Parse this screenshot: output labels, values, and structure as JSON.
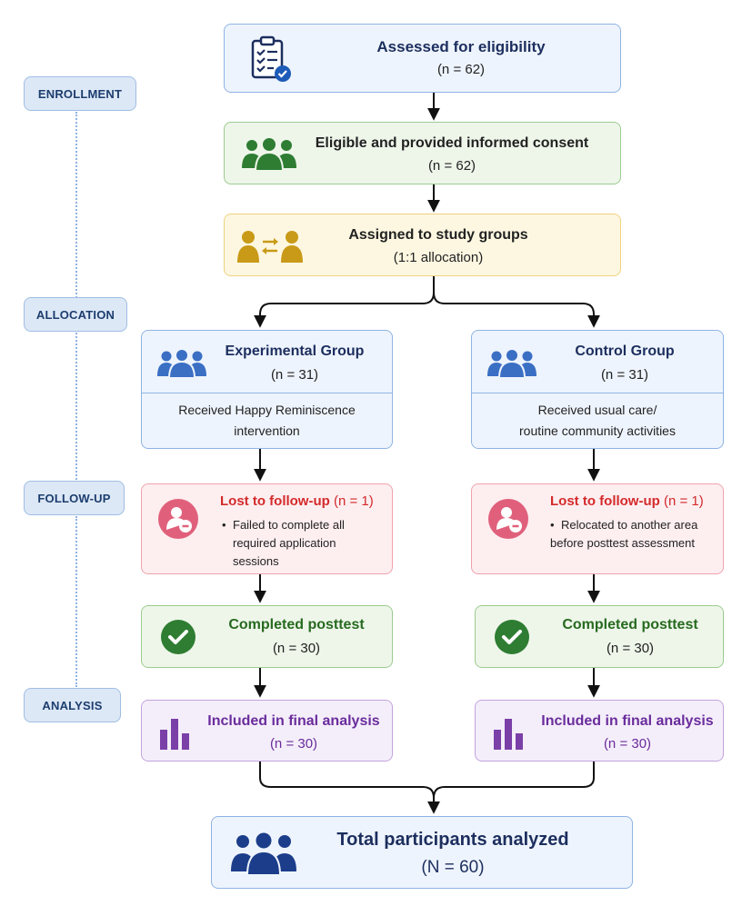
{
  "stages": {
    "enrollment": "ENROLLMENT",
    "allocation": "ALLOCATION",
    "followup": "FOLLOW-UP",
    "analysis": "ANALYSIS"
  },
  "assessed": {
    "title": "Assessed for eligibility",
    "n": "(n = 62)",
    "icon": "clipboard-check-icon"
  },
  "eligible": {
    "title": "Eligible and provided informed consent",
    "n": "(n = 62)",
    "icon": "group-icon"
  },
  "assigned": {
    "title": "Assigned to study groups",
    "n": "(1:1 allocation)",
    "icon": "exchange-people-icon"
  },
  "experimental": {
    "title": "Experimental Group",
    "n": "(n = 31)",
    "desc_line1": "Received Happy Reminiscence",
    "desc_line2": "intervention",
    "lost_title": "Lost to follow-up",
    "lost_n": "(n = 1)",
    "lost_reason_line1": "Failed to complete all",
    "lost_reason_line2": "required application",
    "lost_reason_line3": "sessions",
    "completed_title": "Completed posttest",
    "completed_n": "(n = 30)",
    "analysis_title": "Included in final analysis",
    "analysis_n": "(n = 30)"
  },
  "control": {
    "title": "Control Group",
    "n": "(n = 31)",
    "desc_line1": "Received usual care/",
    "desc_line2": "routine community activities",
    "lost_title": "Lost to follow-up",
    "lost_n": "(n = 1)",
    "lost_reason_line1": "Relocated to another area",
    "lost_reason_line2": "before posttest assessment",
    "completed_title": "Completed posttest",
    "completed_n": "(n = 30)",
    "analysis_title": "Included in final analysis",
    "analysis_n": "(n = 30)"
  },
  "total": {
    "title": "Total participants analyzed",
    "n": "(N = 60)"
  },
  "colors": {
    "blue_border": "#8fb3e3",
    "green_border": "#9ccb8f",
    "yellow_border": "#eed27c",
    "red_border": "#f0a3ad",
    "purple_border": "#c3a3dc",
    "lost_red": "#d42a2a",
    "check_green": "#2e7d32",
    "chart_purple": "#7b3fa8"
  }
}
